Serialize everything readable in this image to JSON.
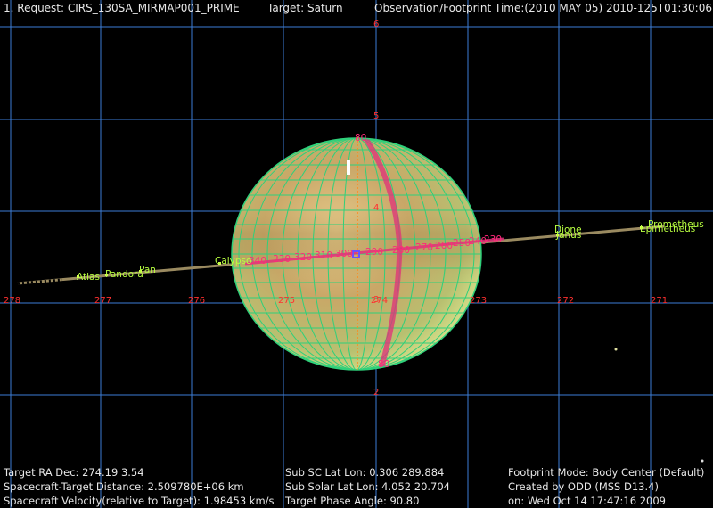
{
  "header": {
    "request": "1. Request: CIRS_130SA_MIRMAP001_PRIME",
    "target": "Target: Saturn",
    "time": "Observation/Footprint Time:(2010 MAY 05) 2010-125T01:30:06.37"
  },
  "grid": {
    "ra_labels": [
      "278",
      "277",
      "276",
      "275",
      "274",
      "273",
      "272",
      "271"
    ],
    "dec_labels": [
      "6",
      "5",
      "4",
      "3",
      "2"
    ]
  },
  "moons": {
    "atlas": "Atlas",
    "pandora": "Pandora",
    "pan": "Pan",
    "calypso": "Calypso",
    "dione": "Dione",
    "janus": "Janus",
    "prometheus": "Prometheus",
    "epimetheus": "Epimetheus"
  },
  "planet": {
    "lat_label_top": "80",
    "lat_label_bottom": "80",
    "lon_labels": [
      "340",
      "330",
      "320",
      "310",
      "300",
      "290",
      "280",
      "270",
      "260",
      "250",
      "240",
      "230"
    ]
  },
  "footer": {
    "ra_dec": "Target RA Dec: 274.19    3.54",
    "distance": "Spacecraft-Target Distance: 2.509780E+06 km",
    "velocity": "Spacecraft Velocity(relative to Target): 1.98453 km/s",
    "sub_sc": "Sub SC Lat Lon:  0.306   289.884",
    "sub_solar": "Sub Solar Lat Lon:  4.052   20.704",
    "phase": "Target Phase Angle: 90.80",
    "mode": "Footprint Mode: Body Center (Default)",
    "created": "Created by ODD (MSS D13.4)",
    "date": "on: Wed Oct 14 17:47:16 2009"
  },
  "colors": {
    "grid": "#3c7dd6",
    "planet_grid": "#2fd07a",
    "footprint": "#e0307a",
    "rings": "#9a8a60",
    "moon_label": "#b8ff40",
    "grid_label": "#ff3030"
  },
  "icons": {
    "boresight": "square-marker-icon",
    "north_pole": "pole-marker-icon"
  }
}
